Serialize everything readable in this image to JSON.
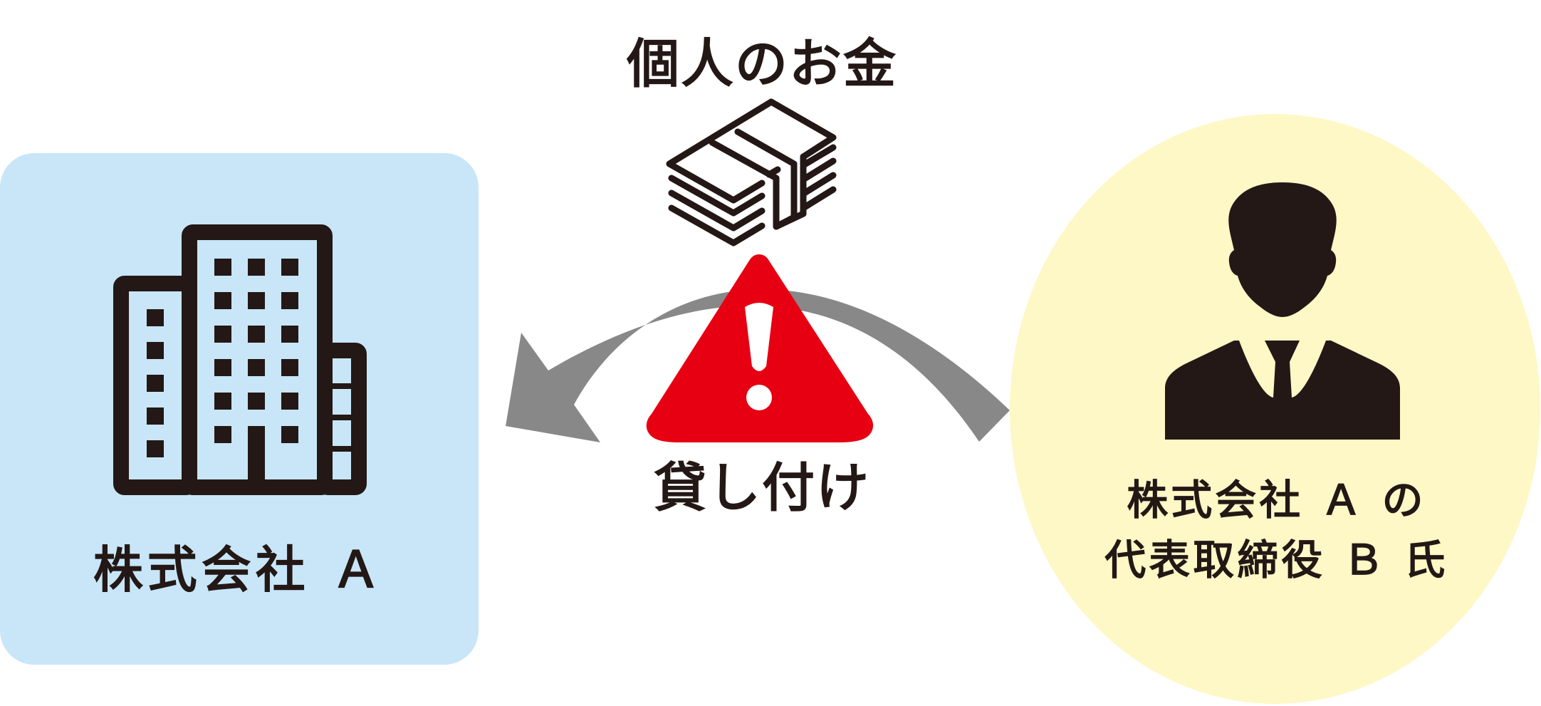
{
  "company": {
    "label": "株式会社 Ａ",
    "color": "#c8e6f8",
    "icon": "building-icon"
  },
  "money": {
    "label": "個人のお金",
    "icon": "money-stack-icon"
  },
  "loan": {
    "label": "貸し付け",
    "arrow_color": "#888888",
    "warning_icon": "warning-icon",
    "warning_color": "#e60012"
  },
  "person": {
    "label_line1": "株式会社 Ａ の",
    "label_line2": "代表取締役 Ｂ 氏",
    "color": "#fdf8c6",
    "icon": "businessman-icon"
  }
}
